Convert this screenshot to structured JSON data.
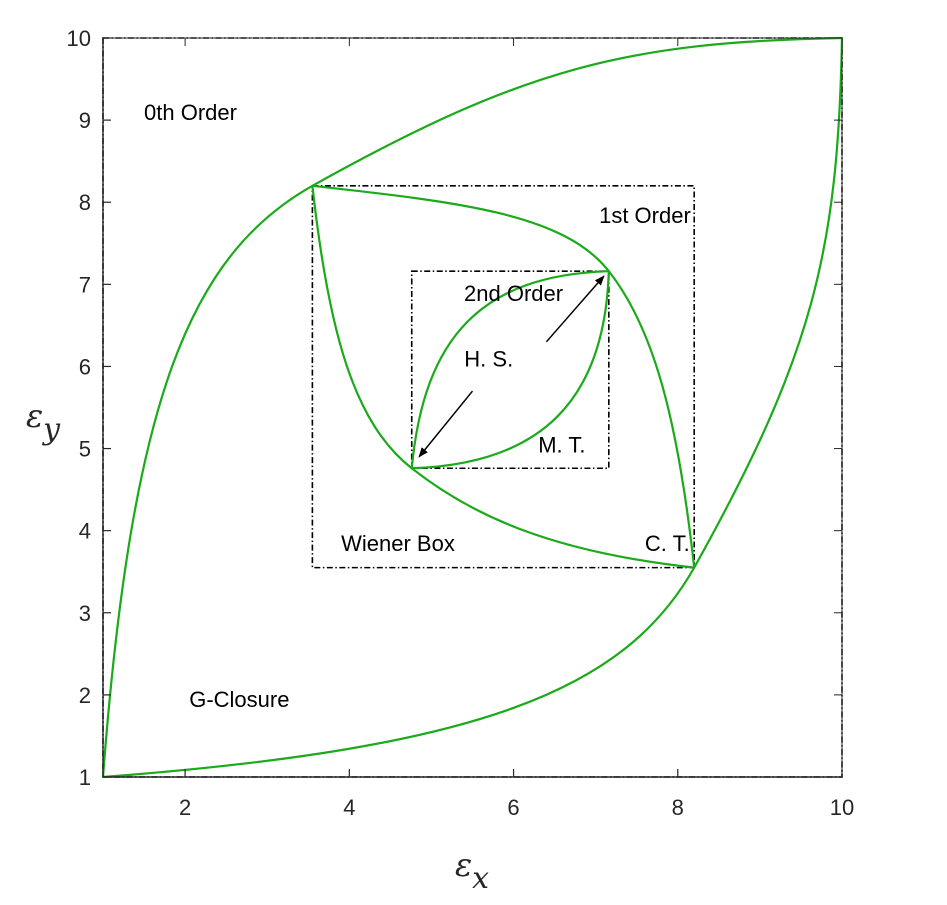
{
  "chart_data": {
    "type": "line",
    "xlabel": {
      "symbol": "ε",
      "subscript": "x"
    },
    "ylabel": {
      "symbol": "ε",
      "subscript": "y"
    },
    "xlim": [
      1,
      10
    ],
    "ylim": [
      1,
      10
    ],
    "xticks": [
      2,
      4,
      6,
      8,
      10
    ],
    "yticks": [
      1,
      2,
      3,
      4,
      5,
      6,
      7,
      8,
      9,
      10
    ],
    "grid": false,
    "colors": {
      "curve": "#1aaa1a",
      "box": "#000000",
      "axis": "#262626"
    },
    "boxes": [
      {
        "name": "0th Order",
        "x": [
          1,
          10
        ],
        "y": [
          1,
          10
        ]
      },
      {
        "name": "1st Order",
        "x": [
          3.55,
          8.2
        ],
        "y": [
          3.55,
          8.2
        ]
      },
      {
        "name": "2nd Order",
        "x": [
          4.76,
          7.16
        ],
        "y": [
          4.76,
          7.16
        ]
      }
    ],
    "regions": [
      {
        "corners": [
          1,
          10
        ],
        "top_left": [
          3.55,
          8.2
        ],
        "bottom_right": [
          8.2,
          3.55
        ]
      },
      {
        "corners": [
          3.55,
          8.2
        ],
        "top_left": [
          4.76,
          7.16
        ],
        "bottom_right": [
          7.16,
          4.76
        ]
      },
      {
        "corners": [
          4.76,
          7.16
        ]
      }
    ],
    "arrows": [
      {
        "from": [
          6.4,
          6.3
        ],
        "to": [
          7.1,
          7.1
        ]
      },
      {
        "from": [
          5.5,
          5.7
        ],
        "to": [
          4.85,
          4.9
        ]
      }
    ],
    "annotations": [
      {
        "text": "0th Order",
        "x": 1.5,
        "y": 9.0
      },
      {
        "text": "1st Order",
        "x": 7.6,
        "y": 7.75
      },
      {
        "text": "2nd Order",
        "x": 6.0,
        "y": 6.8
      },
      {
        "text": "H. S.",
        "x": 5.4,
        "y": 6.0
      },
      {
        "text": "M. T.",
        "x": 6.3,
        "y": 4.95
      },
      {
        "text": "Wiener Box",
        "x": 3.9,
        "y": 3.75
      },
      {
        "text": "C. T.",
        "x": 7.6,
        "y": 3.75
      },
      {
        "text": "G-Closure",
        "x": 2.05,
        "y": 1.85
      }
    ]
  }
}
